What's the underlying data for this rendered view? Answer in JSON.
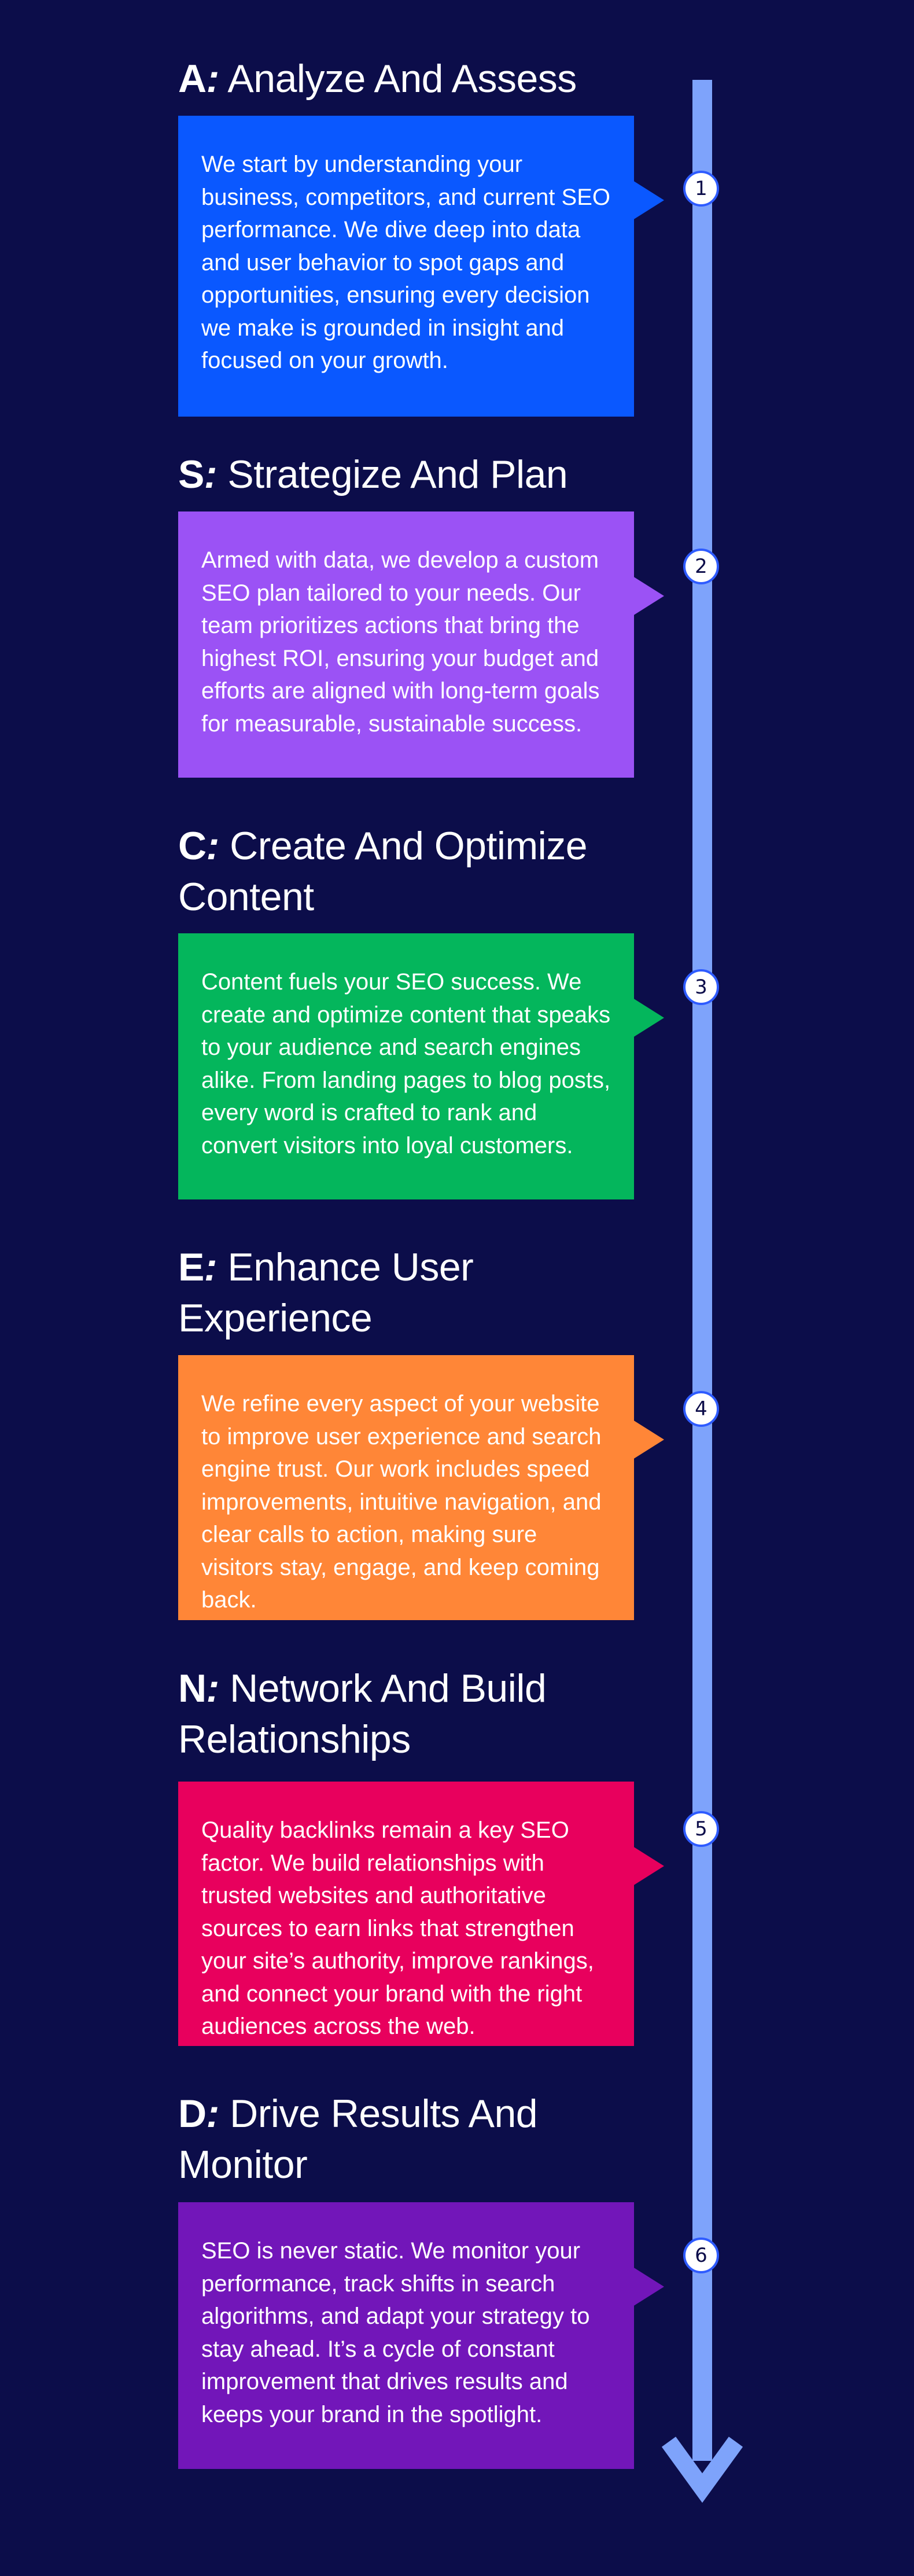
{
  "steps": [
    {
      "letter": "A",
      "colon": ":",
      "title": " Analyze And Assess",
      "number": "1",
      "color": "#0a58ff",
      "body": "We start by understanding your business, competitors, and current SEO performance. We dive deep into data and user behavior to spot gaps and opportunities, ensuring every decision we make is grounded in insight and focused on your growth."
    },
    {
      "letter": "S",
      "colon": ":",
      "title": " Strategize And Plan",
      "number": "2",
      "color": "#9b52f5",
      "body": "Armed with data, we develop a custom SEO plan tailored to your needs. Our team prioritizes actions that bring the highest ROI, ensuring your budget and efforts are aligned with long-term goals for measurable, sustainable success."
    },
    {
      "letter": "C",
      "colon": ":",
      "title": " Create And Optimize Content",
      "number": "3",
      "color": "#04b65c",
      "body": "Content fuels your SEO success. We create and optimize content that speaks to your audience and search engines alike. From landing pages to blog posts, every word is crafted to rank and convert visitors into loyal customers."
    },
    {
      "letter": "E",
      "colon": ":",
      "title": " Enhance User Experience",
      "number": "4",
      "color": "#ff8637",
      "body": "We refine every aspect of your website to improve user experience and search engine trust. Our work includes speed improvements, intuitive navigation, and clear calls to action, making sure visitors stay, engage, and keep coming back."
    },
    {
      "letter": "N",
      "colon": ":",
      "title": " Network And Build Relationships",
      "number": "5",
      "color": "#e8005d",
      "body": "Quality backlinks remain a key SEO factor. We build relationships with trusted websites and authoritative sources to earn links that strengthen your site’s authority, improve rankings, and connect your brand with the right audiences across the web."
    },
    {
      "letter": "D",
      "colon": ":",
      "title": " Drive Results And Monitor",
      "number": "6",
      "color": "#7216b9",
      "body": "SEO is never static. We monitor your performance, track shifts in search algorithms, and adapt your strategy to stay ahead. It’s a cycle of constant improvement that drives results and keeps your brand in the spotlight."
    }
  ],
  "colors": {
    "background": "#0c0d4a",
    "timeline": "#7ea3fb",
    "node_border": "#2e5bff"
  },
  "icons": {
    "timeline_end": "arrow-down-icon"
  }
}
